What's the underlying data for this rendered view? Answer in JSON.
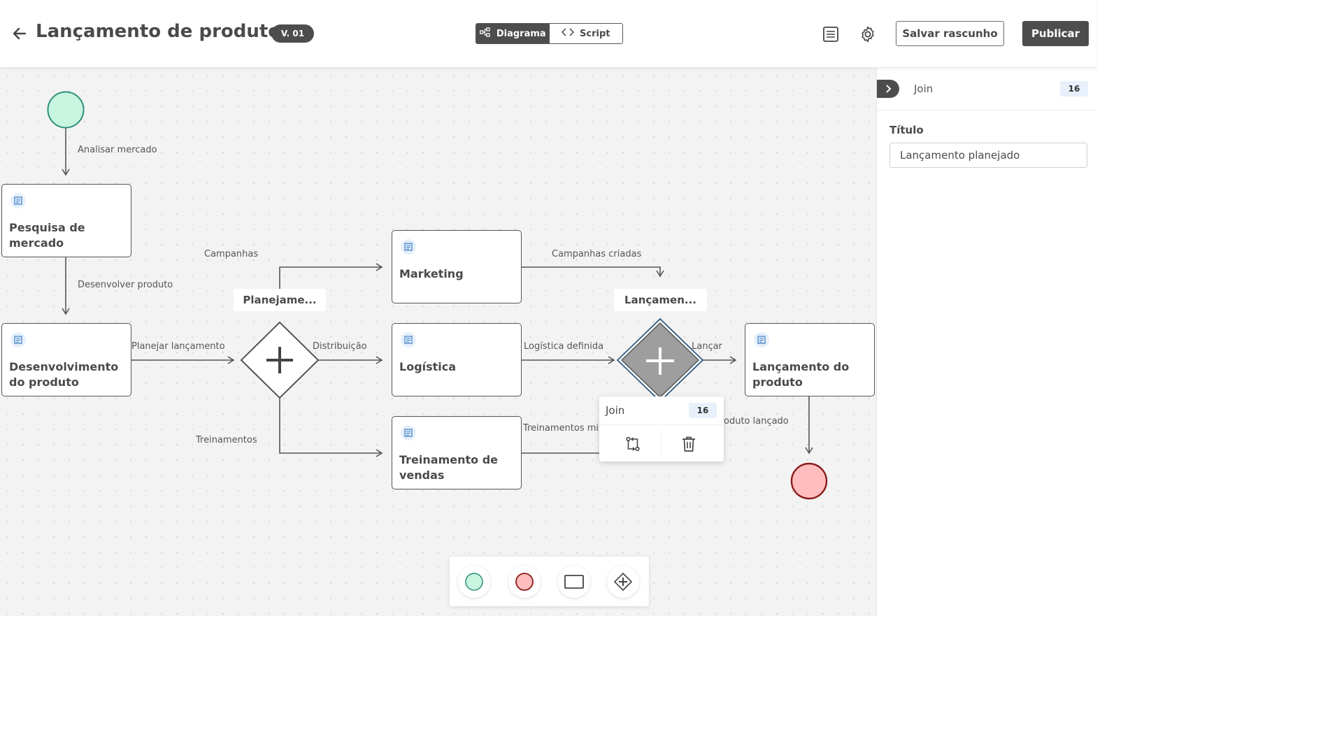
{
  "header": {
    "title": "Lançamento de produto",
    "version": "V. 01",
    "view_toggle": {
      "diagram_label": "Diagrama",
      "script_label": "Script",
      "active": "Diagrama"
    },
    "save_draft_label": "Salvar rascunho",
    "publish_label": "Publicar"
  },
  "diagram": {
    "tasks": [
      {
        "id": "pesquisa",
        "name": "Pesquisa de mercado"
      },
      {
        "id": "desenvolvimento",
        "name": "Desenvolvimento do produto"
      },
      {
        "id": "marketing",
        "name": "Marketing"
      },
      {
        "id": "logistica",
        "name": "Logística"
      },
      {
        "id": "treinamento",
        "name": "Treinamento de vendas"
      },
      {
        "id": "lancamento",
        "name": "Lançamento do produto"
      }
    ],
    "gateways": [
      {
        "id": "split",
        "label": "Planejame..."
      },
      {
        "id": "join",
        "label": "Lançamen..."
      }
    ],
    "edge_labels": {
      "analisar": "Analisar mercado",
      "desenvolver": "Desenvolver produto",
      "planejar": "Planejar lançamento",
      "campanhas": "Campanhas",
      "distribuicao": "Distribuição",
      "treinamentos": "Treinamentos",
      "campanhas_criadas": "Campanhas criadas",
      "logistica_definida": "Logística definida",
      "treinamentos_min": "Treinamentos mir",
      "lancar": "Lançar",
      "produto_lancado": "oduto lançado"
    }
  },
  "popup": {
    "name": "Join",
    "count": "16"
  },
  "panel": {
    "type": "Join",
    "count": "16",
    "field_label": "Título",
    "title_value": "Lançamento planejado"
  },
  "toolbar": {
    "tools": [
      "start-event",
      "end-event",
      "task",
      "parallel-gateway"
    ]
  },
  "colors": {
    "start_fill": "#c8f5df",
    "start_stroke": "#2f8f7a",
    "end_fill": "#ffbdbd",
    "end_stroke": "#8b1a1a",
    "dark": "#4d4d4d",
    "gateway_selected_fill": "#9e9e9e",
    "gateway_selected_stroke": "#1f4f7a"
  }
}
